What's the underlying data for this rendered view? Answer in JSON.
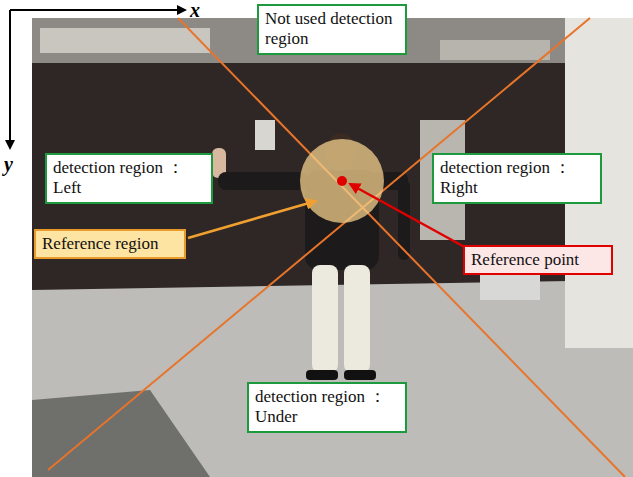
{
  "diagram": {
    "nodes": [
      {
        "text": [
          "Not used detection region"
        ]
      },
      {
        "text": [
          "detection region ：Left"
        ]
      },
      {
        "text": [
          "detection region ：Right"
        ]
      },
      {
        "text": [
          "Reference region"
        ]
      },
      {
        "text": [
          "Reference point"
        ]
      },
      {
        "text": [
          "detection region ：Under"
        ]
      }
    ],
    "labels": [
      "x",
      "y"
    ]
  }
}
